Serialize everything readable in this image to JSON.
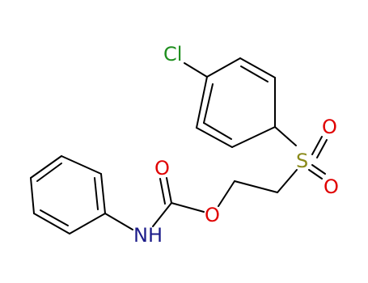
{
  "molecule": {
    "atom_labels": {
      "chlorine": "Cl",
      "sulfur": "S",
      "sulfonyl_oxygen_upper": "O",
      "sulfonyl_oxygen_lower": "O",
      "carbonyl_oxygen": "O",
      "ester_oxygen": "O",
      "amine": "NH"
    },
    "colors": {
      "bond": "#000000",
      "chlorine": "#1f8f1f",
      "sulfur": "#8a8a1a",
      "oxygen": "#e00000",
      "nitrogen": "#1c1c8a"
    }
  }
}
